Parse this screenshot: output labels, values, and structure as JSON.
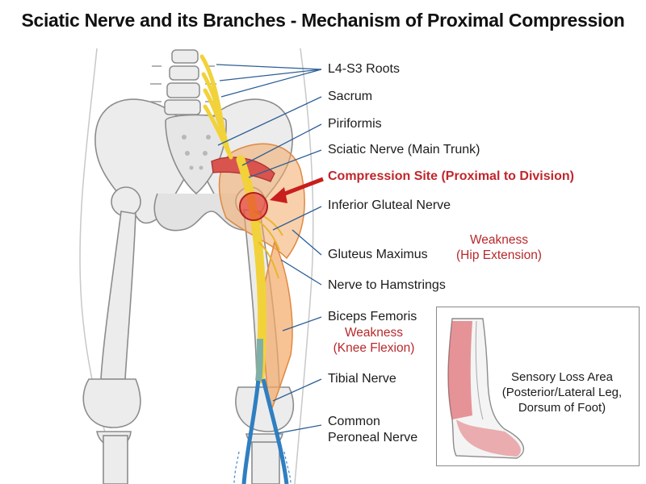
{
  "title": "Sciatic Nerve and its Branches - Mechanism of Proximal Compression",
  "labels": {
    "roots": "L4-S3 Roots",
    "sacrum": "Sacrum",
    "piriformis": "Piriformis",
    "sciatic_trunk": "Sciatic Nerve (Main Trunk)",
    "compression_site": "Compression Site (Proximal to Division)",
    "inferior_gluteal": "Inferior Gluteal Nerve",
    "gluteus_maximus": "Gluteus Maximus",
    "nerve_hamstrings": "Nerve to Hamstrings",
    "biceps_femoris": "Biceps Femoris",
    "tibial": "Tibial Nerve",
    "peroneal_line1": "Common",
    "peroneal_line2": "Peroneal Nerve"
  },
  "weakness_hip": {
    "line1": "Weakness",
    "line2": "(Hip Extension)"
  },
  "weakness_knee": {
    "line1": "Weakness",
    "line2": "(Knee Flexion)"
  },
  "sensory": {
    "line1": "Sensory Loss Area",
    "line2": "(Posterior/Lateral Leg,",
    "line3": "Dorsum of Foot)"
  },
  "colors": {
    "nerve": "#f2d23a",
    "compression": "#d42a2a",
    "muscle": "#f3a968",
    "bone": "#e9e9e9",
    "tibial_nerve": "#2f7fc1",
    "leader": "#2d5f96"
  }
}
